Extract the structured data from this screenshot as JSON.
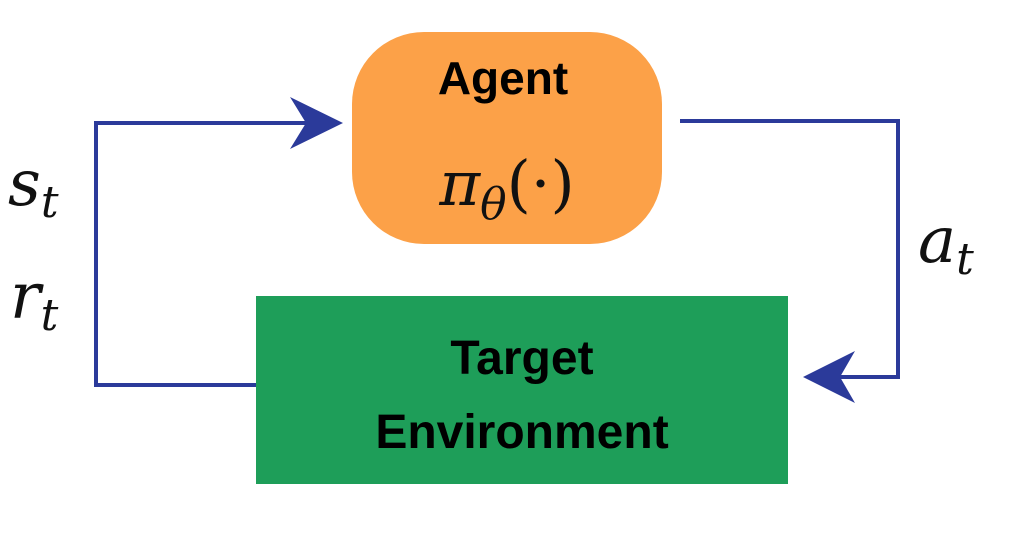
{
  "colors": {
    "agent_fill": "#FCA148",
    "environment_fill": "#1E9E59",
    "arrow": "#2B3A9A",
    "text": "#000000"
  },
  "agent": {
    "title": "Agent",
    "policy_symbol": "π",
    "policy_subscript": "θ",
    "policy_argument": "(·)"
  },
  "environment": {
    "title_line1": "Target",
    "title_line2": "Environment"
  },
  "labels": {
    "state_base": "s",
    "state_sub": "t",
    "reward_base": "r",
    "reward_sub": "t",
    "action_base": "a",
    "action_sub": "t"
  }
}
